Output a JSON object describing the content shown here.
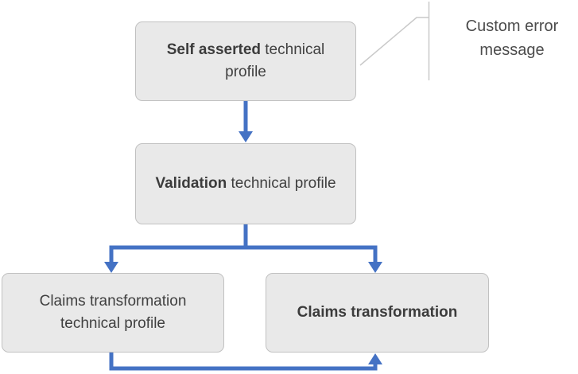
{
  "diagram": {
    "nodes": [
      {
        "id": "self-asserted",
        "bold": "Self asserted",
        "rest": " technical profile"
      },
      {
        "id": "validation",
        "bold": "Validation",
        "rest": " technical profile"
      },
      {
        "id": "claims-transformation-technical-profile",
        "bold": "",
        "rest": "Claims transformation technical profile"
      },
      {
        "id": "claims-transformation",
        "bold": "Claims transformation",
        "rest": ""
      }
    ],
    "callout": {
      "label": "Custom error message"
    },
    "colors": {
      "arrow_blue": "#4472c4",
      "node_fill": "#e9e9e9",
      "node_border": "#c1c1c1",
      "text": "#404040",
      "callout_line": "#c9c9c9"
    }
  }
}
